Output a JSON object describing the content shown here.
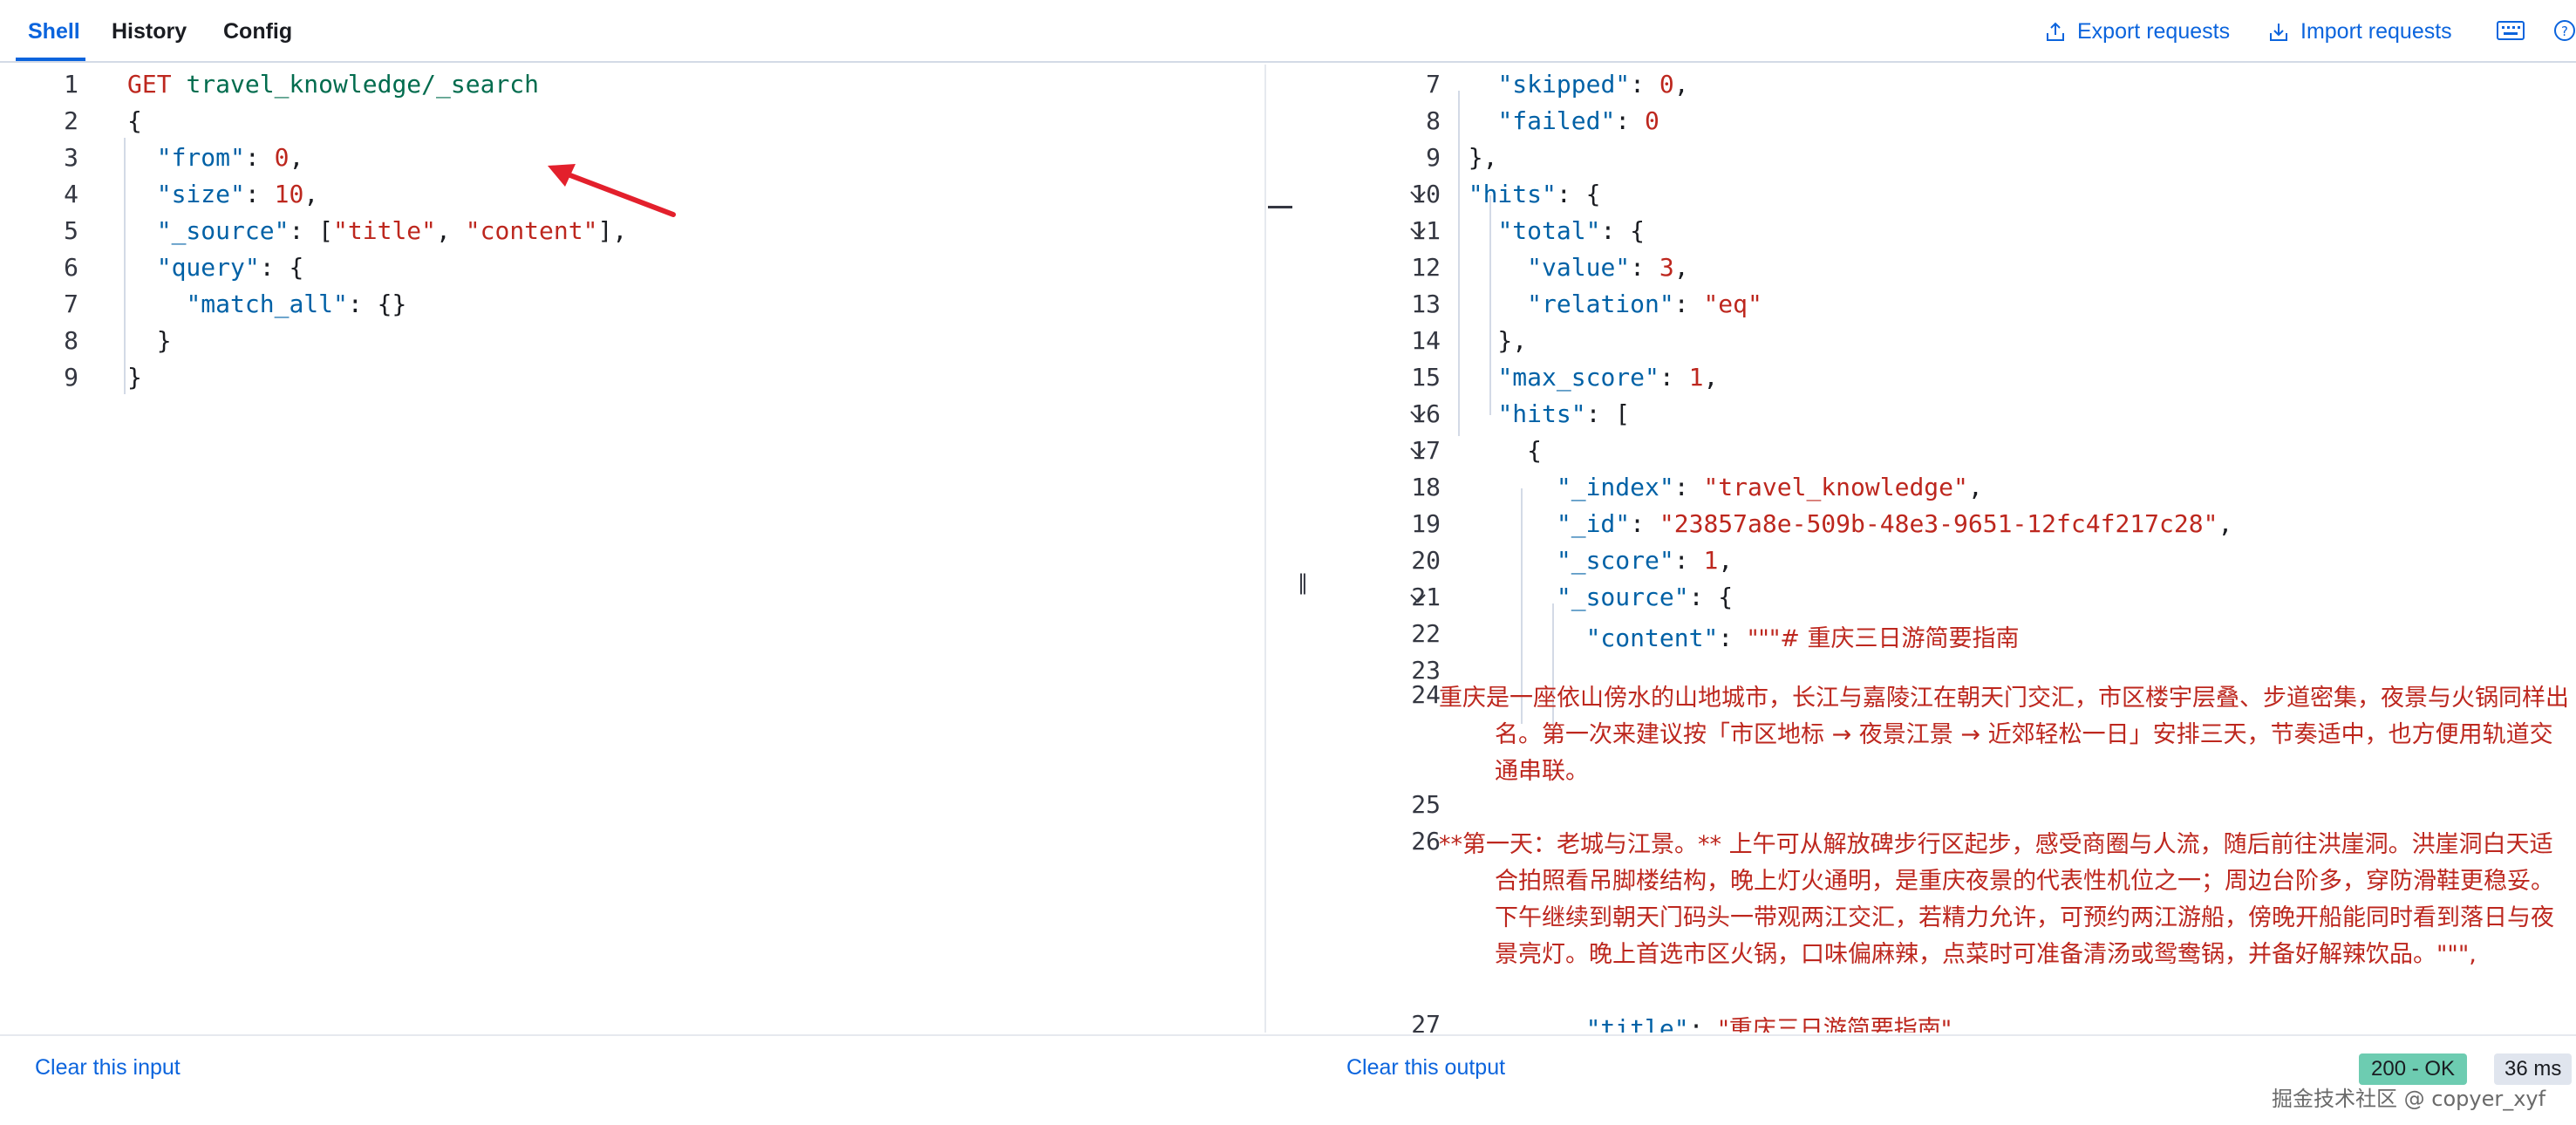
{
  "tabs": [
    {
      "label": "Shell",
      "active": true
    },
    {
      "label": "History",
      "active": false
    },
    {
      "label": "Config",
      "active": false
    }
  ],
  "actions": {
    "export_label": "Export requests",
    "import_label": "Import requests"
  },
  "left": {
    "lines": [
      {
        "n": "1",
        "parts": [
          [
            "kw",
            "GET"
          ],
          [
            "punc",
            " "
          ],
          [
            "url",
            "travel_knowledge/_search"
          ]
        ]
      },
      {
        "n": "2",
        "parts": [
          [
            "punc",
            "{"
          ]
        ]
      },
      {
        "n": "3",
        "parts": [
          [
            "punc",
            "  "
          ],
          [
            "key",
            "\"from\""
          ],
          [
            "punc",
            ": "
          ],
          [
            "num",
            "0"
          ],
          [
            "punc",
            ","
          ]
        ]
      },
      {
        "n": "4",
        "parts": [
          [
            "punc",
            "  "
          ],
          [
            "key",
            "\"size\""
          ],
          [
            "punc",
            ": "
          ],
          [
            "num",
            "10"
          ],
          [
            "punc",
            ","
          ]
        ]
      },
      {
        "n": "5",
        "parts": [
          [
            "punc",
            "  "
          ],
          [
            "key",
            "\"_source\""
          ],
          [
            "punc",
            ": ["
          ],
          [
            "str",
            "\"title\""
          ],
          [
            "punc",
            ", "
          ],
          [
            "str",
            "\"content\""
          ],
          [
            "punc",
            "],"
          ]
        ]
      },
      {
        "n": "6",
        "parts": [
          [
            "punc",
            "  "
          ],
          [
            "key",
            "\"query\""
          ],
          [
            "punc",
            ": {"
          ]
        ]
      },
      {
        "n": "7",
        "parts": [
          [
            "punc",
            "    "
          ],
          [
            "key",
            "\"match_all\""
          ],
          [
            "punc",
            ": {}"
          ]
        ]
      },
      {
        "n": "8",
        "parts": [
          [
            "punc",
            "  }"
          ]
        ]
      },
      {
        "n": "9",
        "parts": [
          [
            "punc",
            "}"
          ]
        ]
      }
    ],
    "clear_label": "Clear this input"
  },
  "right": {
    "lines": [
      {
        "n": "7",
        "fold": false,
        "parts": [
          [
            "punc",
            "    "
          ],
          [
            "key",
            "\"skipped\""
          ],
          [
            "punc",
            ": "
          ],
          [
            "num",
            "0"
          ],
          [
            "punc",
            ","
          ]
        ]
      },
      {
        "n": "8",
        "fold": false,
        "parts": [
          [
            "punc",
            "    "
          ],
          [
            "key",
            "\"failed\""
          ],
          [
            "punc",
            ": "
          ],
          [
            "num",
            "0"
          ]
        ]
      },
      {
        "n": "9",
        "fold": false,
        "parts": [
          [
            "punc",
            "  },"
          ]
        ]
      },
      {
        "n": "10",
        "fold": true,
        "parts": [
          [
            "punc",
            "  "
          ],
          [
            "key",
            "\"hits\""
          ],
          [
            "punc",
            ": {"
          ]
        ]
      },
      {
        "n": "11",
        "fold": true,
        "parts": [
          [
            "punc",
            "    "
          ],
          [
            "key",
            "\"total\""
          ],
          [
            "punc",
            ": {"
          ]
        ]
      },
      {
        "n": "12",
        "fold": false,
        "parts": [
          [
            "punc",
            "      "
          ],
          [
            "key",
            "\"value\""
          ],
          [
            "punc",
            ": "
          ],
          [
            "num",
            "3"
          ],
          [
            "punc",
            ","
          ]
        ]
      },
      {
        "n": "13",
        "fold": false,
        "parts": [
          [
            "punc",
            "      "
          ],
          [
            "key",
            "\"relation\""
          ],
          [
            "punc",
            ": "
          ],
          [
            "str",
            "\"eq\""
          ]
        ]
      },
      {
        "n": "14",
        "fold": false,
        "parts": [
          [
            "punc",
            "    },"
          ]
        ]
      },
      {
        "n": "15",
        "fold": false,
        "parts": [
          [
            "punc",
            "    "
          ],
          [
            "key",
            "\"max_score\""
          ],
          [
            "punc",
            ": "
          ],
          [
            "num",
            "1"
          ],
          [
            "punc",
            ","
          ]
        ]
      },
      {
        "n": "16",
        "fold": true,
        "parts": [
          [
            "punc",
            "    "
          ],
          [
            "key",
            "\"hits\""
          ],
          [
            "punc",
            ": ["
          ]
        ]
      },
      {
        "n": "17",
        "fold": true,
        "parts": [
          [
            "punc",
            "      {"
          ]
        ]
      },
      {
        "n": "18",
        "fold": false,
        "parts": [
          [
            "punc",
            "        "
          ],
          [
            "key",
            "\"_index\""
          ],
          [
            "punc",
            ": "
          ],
          [
            "str",
            "\"travel_knowledge\""
          ],
          [
            "punc",
            ","
          ]
        ]
      },
      {
        "n": "19",
        "fold": false,
        "parts": [
          [
            "punc",
            "        "
          ],
          [
            "key",
            "\"_id\""
          ],
          [
            "punc",
            ": "
          ],
          [
            "str",
            "\"23857a8e-509b-48e3-9651-12fc4f217c28\""
          ],
          [
            "punc",
            ","
          ]
        ]
      },
      {
        "n": "20",
        "fold": false,
        "parts": [
          [
            "punc",
            "        "
          ],
          [
            "key",
            "\"_score\""
          ],
          [
            "punc",
            ": "
          ],
          [
            "num",
            "1"
          ],
          [
            "punc",
            ","
          ]
        ]
      },
      {
        "n": "21",
        "fold": true,
        "parts": [
          [
            "punc",
            "        "
          ],
          [
            "key",
            "\"_source\""
          ],
          [
            "punc",
            ": {"
          ]
        ]
      },
      {
        "n": "22",
        "fold": false,
        "parts": [
          [
            "punc",
            "          "
          ],
          [
            "key",
            "\"content\""
          ],
          [
            "punc",
            ": "
          ],
          [
            "str",
            "\"\"\"# 重庆三日游简要指南"
          ]
        ]
      },
      {
        "n": "23",
        "fold": false,
        "parts": []
      }
    ],
    "line24_n": "24",
    "line24_text": "重庆是一座依山傍水的山地城市，长江与嘉陵江在朝天门交汇，市区楼宇层叠、步道密集，夜景与火锅同样出名。第一次来建议按「市区地标 → 夜景江景 → 近郊轻松一日」安排三天，节奏适中，也方便用轨道交通串联。",
    "line25_n": "25",
    "line26_n": "26",
    "line26_text": "**第一天：老城与江景。** 上午可从解放碑步行区起步，感受商圈与人流，随后前往洪崖洞。洪崖洞白天适合拍照看吊脚楼结构，晚上灯火通明，是重庆夜景的代表性机位之一；周边台阶多，穿防滑鞋更稳妥。下午继续到朝天门码头一带观两江交汇，若精力允许，可预约两江游船，傍晚开船能同时看到落日与夜景亮灯。晚上首选市区火锅，口味偏麻辣，点菜时可准备清汤或鸳鸯锅，并备好解辣饮品。\"\"\",",
    "line27_n": "27",
    "line27_parts": [
      [
        "punc",
        "          "
      ],
      [
        "key",
        "\"title\""
      ],
      [
        "punc",
        ": "
      ],
      [
        "str",
        "\"重庆三日游简要指南\""
      ]
    ],
    "clear_label": "Clear this output"
  },
  "status": {
    "code": "200 - OK",
    "time": "36 ms",
    "badge_color": "#6dccb1"
  },
  "watermark": "掘金技术社区 @ copyer_xyf"
}
